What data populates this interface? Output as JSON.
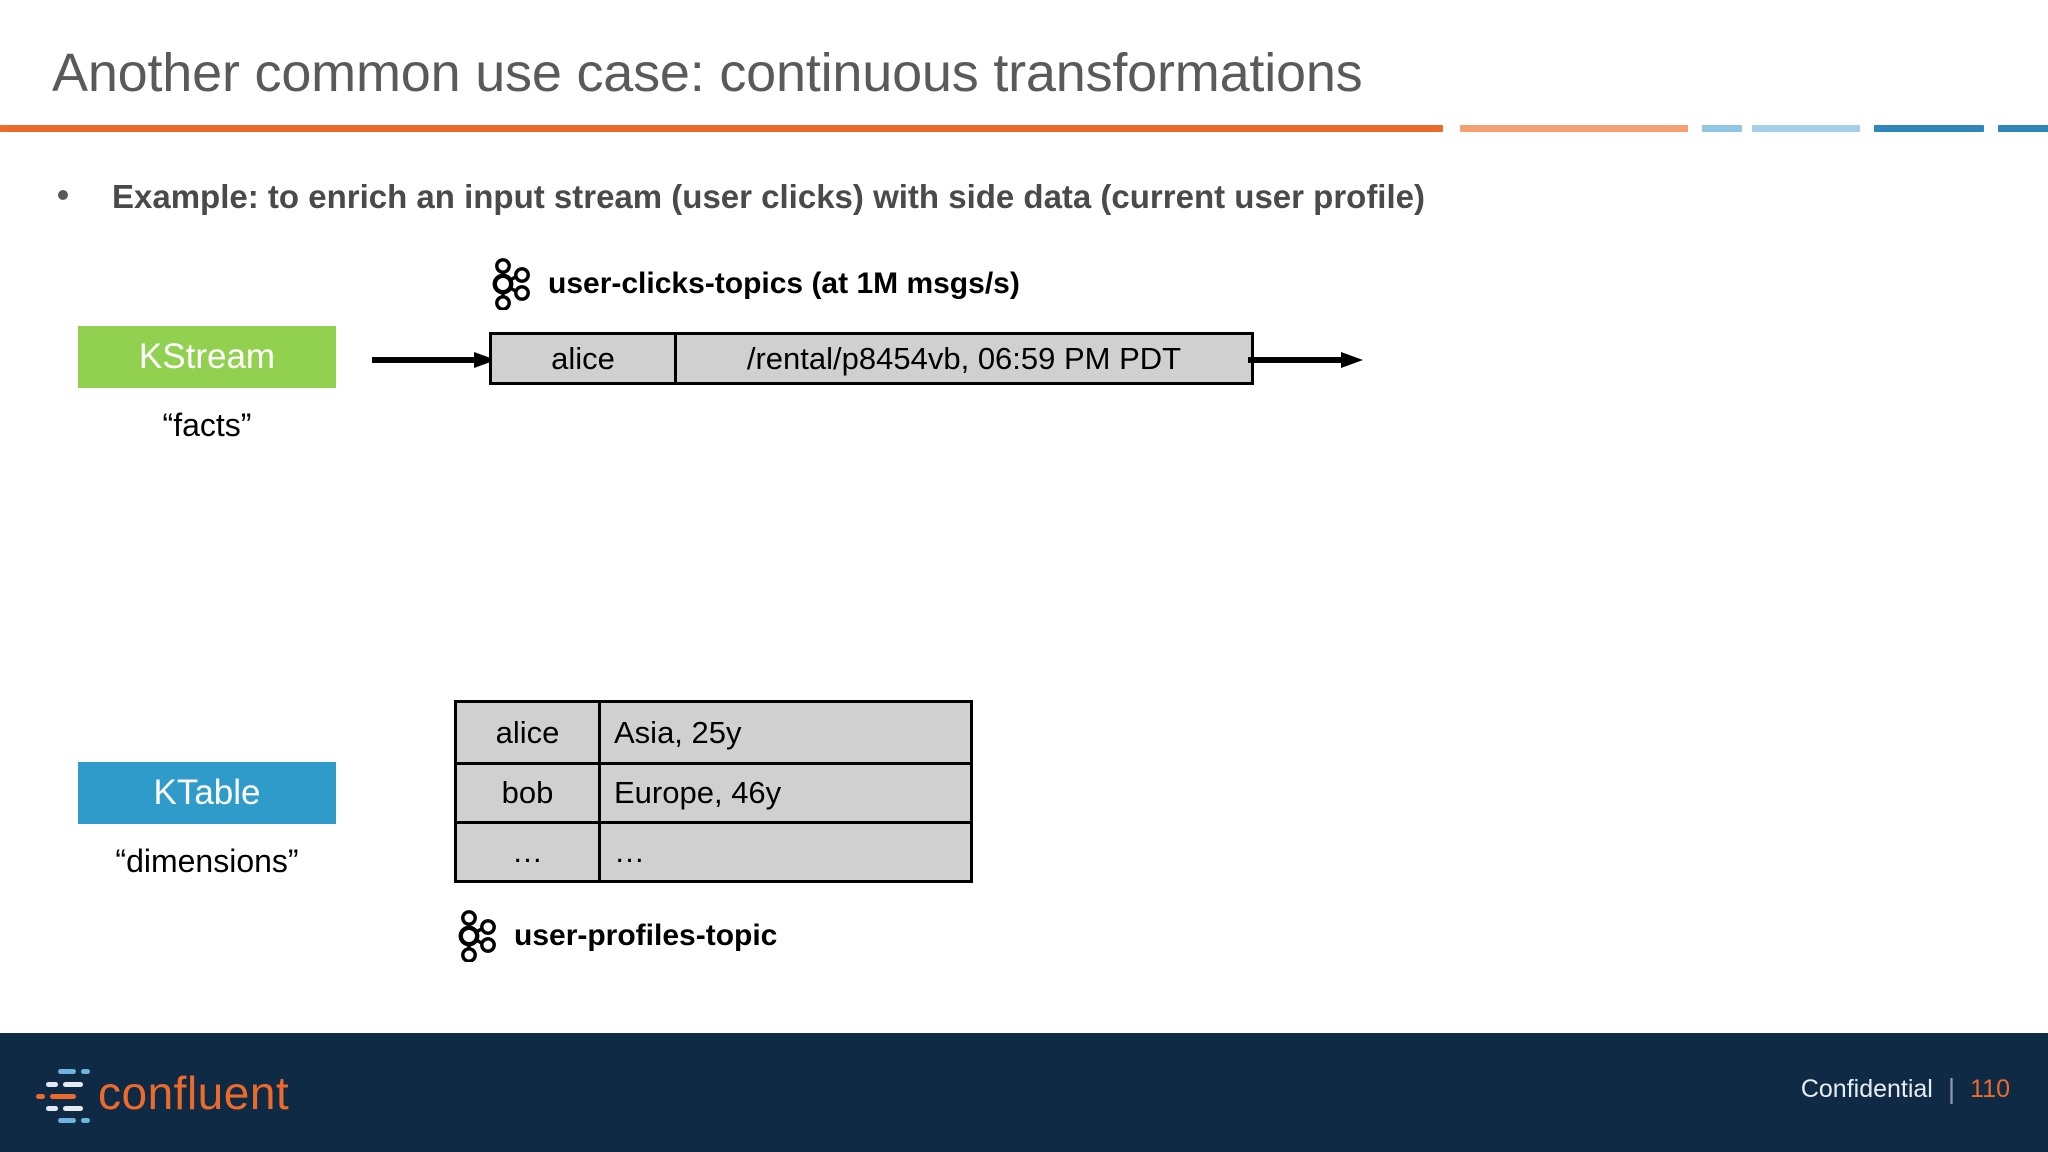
{
  "slide": {
    "title": "Another common use case: continuous transformations",
    "bullet": "Example: to enrich an input stream (user clicks) with side data (current user profile)"
  },
  "colors": {
    "title_gray": "#5a5a5a",
    "accent_orange": "#ED6B2A",
    "accent_orange_light": "#F4A072",
    "accent_blue_light": "#A6CEE6",
    "accent_blue_dark": "#2E87B8",
    "kstream_green": "#92D14F",
    "ktable_blue": "#2E9BCB",
    "record_gray": "#D0D0D0",
    "footer_navy": "#0E2A45"
  },
  "stream": {
    "topic_icon": "kafka-icon",
    "topic_label": "user-clicks-topics (at 1M msgs/s)",
    "type_label": "KStream",
    "type_caption": "“facts”",
    "record": {
      "key": "alice",
      "value": "/rental/p8454vb, 06:59 PM PDT"
    }
  },
  "table": {
    "topic_icon": "kafka-icon",
    "topic_label": "user-profiles-topic",
    "type_label": "KTable",
    "type_caption": "“dimensions”",
    "rows": [
      {
        "key": "alice",
        "value": "Asia, 25y"
      },
      {
        "key": "bob",
        "value": "Europe, 46y"
      },
      {
        "key": "…",
        "value": "…"
      }
    ]
  },
  "footer": {
    "brand": "confluent",
    "confidential": "Confidential",
    "separator": "|",
    "page_number": "110"
  }
}
